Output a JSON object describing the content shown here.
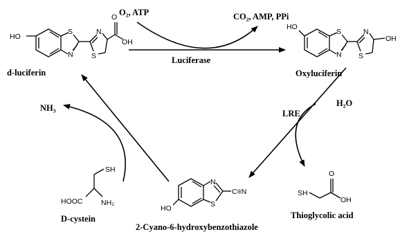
{
  "compounds": {
    "d_luciferin": "d-luciferin",
    "oxyluciferin": "Oxyluciferin",
    "cyano": "2-Cyano-6-hydroxybenzothiazole",
    "thioglycolic": "Thioglycolic acid",
    "cystein": "D-cystein"
  },
  "reagents": {
    "o2_atp": "O₂, ATP",
    "co2_amp_ppi": "CO₂, AMP, PPi",
    "luciferase": "Luciferase",
    "h2o": "H₂O",
    "lre": "LRE",
    "nh3": "NH₃"
  },
  "atoms": {
    "ho": "HO",
    "oh": "OH",
    "o": "O",
    "s": "S",
    "n": "N",
    "cn": "C≡N",
    "sh": "SH",
    "hooc": "HOOC",
    "nh2": "NH₂",
    "ring_oh": "OH"
  }
}
